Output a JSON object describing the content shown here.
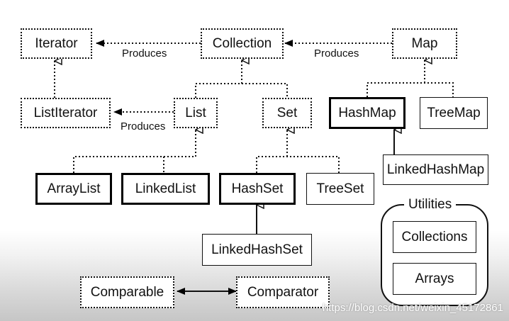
{
  "nodes": {
    "iterator": "Iterator",
    "collection": "Collection",
    "map": "Map",
    "list_iterator": "ListIterator",
    "list": "List",
    "set": "Set",
    "hash_map": "HashMap",
    "tree_map": "TreeMap",
    "linked_hash_map": "LinkedHashMap",
    "array_list": "ArrayList",
    "linked_list": "LinkedList",
    "hash_set": "HashSet",
    "tree_set": "TreeSet",
    "linked_hash_set": "LinkedHashSet",
    "comparable": "Comparable",
    "comparator": "Comparator"
  },
  "labels": {
    "produces_collection": "Produces",
    "produces_map": "Produces",
    "produces_list": "Produces"
  },
  "utilities": {
    "title": "Utilities",
    "collections": "Collections",
    "arrays": "Arrays"
  },
  "watermark": "https://blog.csdn.net/weixin_45172861"
}
